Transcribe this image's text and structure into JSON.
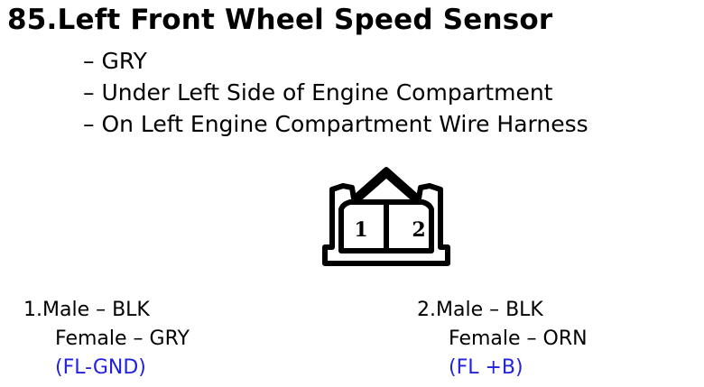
{
  "title": "85.Left Front Wheel Speed Sensor",
  "details": [
    "– GRY",
    "– Under Left Side of Engine Compartment",
    "– On Left Engine Compartment Wire Harness"
  ],
  "connector": {
    "icon": "connector-face-icon",
    "terminal_labels": [
      "1",
      "2"
    ]
  },
  "pins": [
    {
      "male": "1.Male – BLK",
      "female": "Female – GRY",
      "signal": "(FL-GND)"
    },
    {
      "male": "2.Male – BLK",
      "female": "Female – ORN",
      "signal": "(FL +B)"
    }
  ],
  "colors": {
    "signal_text": "#2222dd"
  }
}
